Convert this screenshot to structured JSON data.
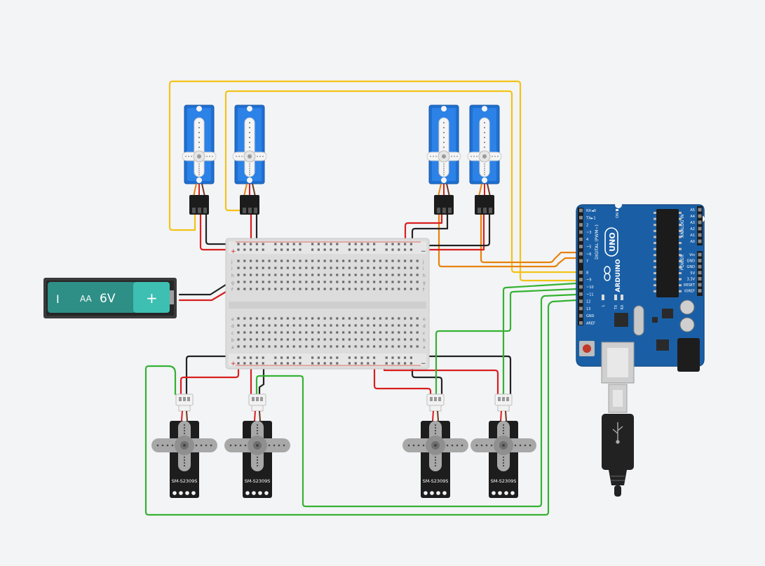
{
  "battery": {
    "minus_label": "I",
    "type_label": "AA",
    "voltage_label": "6V",
    "plus_label": "+"
  },
  "servo_label": "SM-S2309S",
  "breadboard": {
    "plus_mark": "+",
    "minus_mark": "−",
    "row_letters_top": [
      "j",
      "i",
      "h",
      "g",
      "f"
    ],
    "row_letters_bottom": [
      "e",
      "d",
      "c",
      "b",
      "a"
    ]
  },
  "arduino": {
    "model": "UNO",
    "brand": "ARDUINO",
    "digital_label": "DIGITAL (PWM~)",
    "analog_label": "ANALOG IN",
    "power_label": "POWER",
    "on_label": "ON",
    "tx_label": "TX",
    "rx_label": "RX",
    "l_label": "L",
    "digital_pins": [
      "RX◄0",
      "TX►1",
      "2",
      "~3",
      "4",
      "~5",
      "~6",
      "7",
      "8",
      "~9",
      "~10",
      "~11",
      "12",
      "13",
      "GND",
      "AREF"
    ],
    "analog_pins": [
      "A5",
      "A4",
      "A3",
      "A2",
      "A1",
      "A0"
    ],
    "power_pins": [
      "Vin",
      "GND",
      "GND",
      "5V",
      "3.3V",
      "RESET",
      "IOREF"
    ]
  },
  "colors": {
    "signal_yellow": "#f2c318",
    "signal_orange": "#e8820c",
    "signal_green": "#34b233",
    "power_red": "#d81f1f",
    "ground_black": "#222222",
    "board_blue": "#1a5fa6",
    "servo_blue": "#1e6fd1",
    "battery_green": "#2fa89e"
  }
}
